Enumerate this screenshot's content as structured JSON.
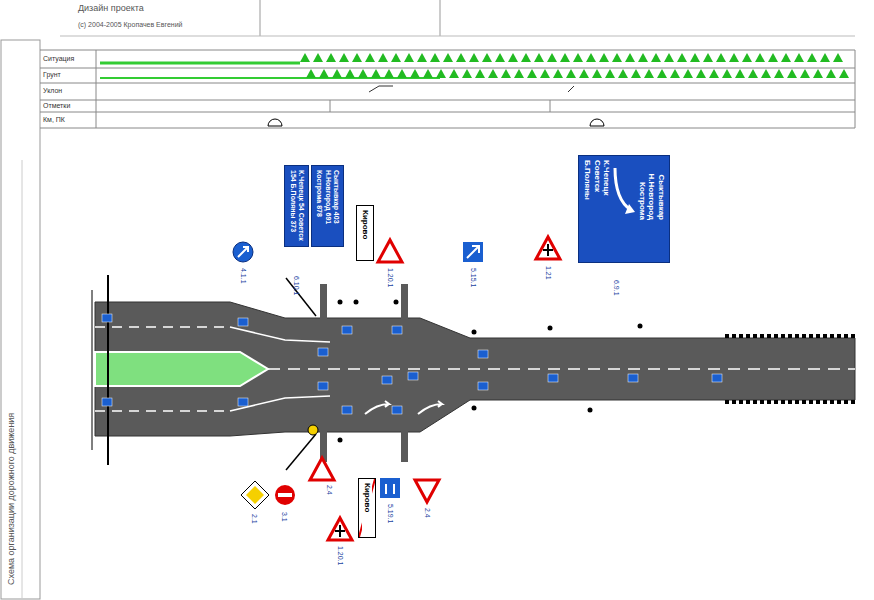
{
  "diagram": {
    "nodes": [
      {
        "text": [
          "К.Чепецк 54 Советск 154 Б.Поляны 373"
        ]
      },
      {
        "text": [
          "Сыктывкар 403 Н.Новгород 691 Кострома 878"
        ]
      },
      {
        "text": [
          "Сыктывкар Н.Новгород Кострома",
          "К.Чепецк Советск Б.Поляны"
        ]
      },
      {
        "text": [
          "Кирово"
        ]
      },
      {
        "text": [
          "Кирово"
        ]
      }
    ],
    "labels": [
      "Дизайн проекта",
      "(с) 2004-2005 Кропачев Евгений",
      "Ситуация",
      "Грунт",
      "Уклон",
      "Отметки",
      "Км, ПК",
      "Схема организации дорожного движения",
      "4.1.1",
      "6.10.1",
      "1.20.1",
      "5.15.1",
      "1.21",
      "6.9.1",
      "2.1",
      "3.1",
      "2.4",
      "1.20.1",
      "5.19.1",
      "2.4"
    ]
  }
}
